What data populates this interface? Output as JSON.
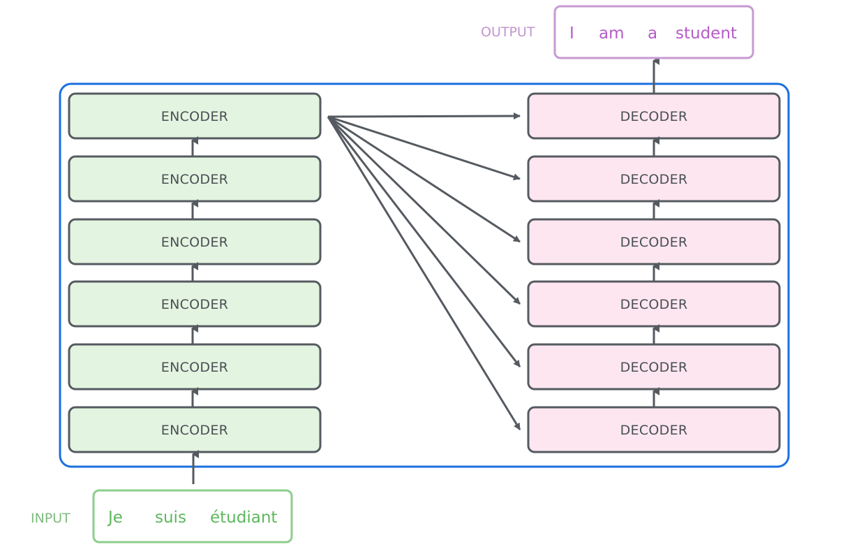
{
  "input": {
    "label": "INPUT",
    "words": [
      "Je",
      "suis",
      "étudiant"
    ]
  },
  "output": {
    "label": "OUTPUT",
    "words": [
      "I",
      "am",
      "a",
      "student"
    ]
  },
  "encoders": [
    {
      "label": "ENCODER"
    },
    {
      "label": "ENCODER"
    },
    {
      "label": "ENCODER"
    },
    {
      "label": "ENCODER"
    },
    {
      "label": "ENCODER"
    },
    {
      "label": "ENCODER"
    }
  ],
  "decoders": [
    {
      "label": "DECODER"
    },
    {
      "label": "DECODER"
    },
    {
      "label": "DECODER"
    },
    {
      "label": "DECODER"
    },
    {
      "label": "DECODER"
    },
    {
      "label": "DECODER"
    }
  ],
  "colors": {
    "container_border": "#1a6fe0",
    "block_border": "#555a60",
    "block_text": "#4a4f55",
    "encoder_fill": "#e3f4e0",
    "decoder_fill": "#fde6ef",
    "arrow": "#555a60",
    "input_color": "#5cb85c",
    "input_label_color": "#7fba7f",
    "input_border": "#8cce8c",
    "output_color": "#b55cc9",
    "output_label_color": "#c394d0",
    "output_border": "#c79ad2"
  }
}
